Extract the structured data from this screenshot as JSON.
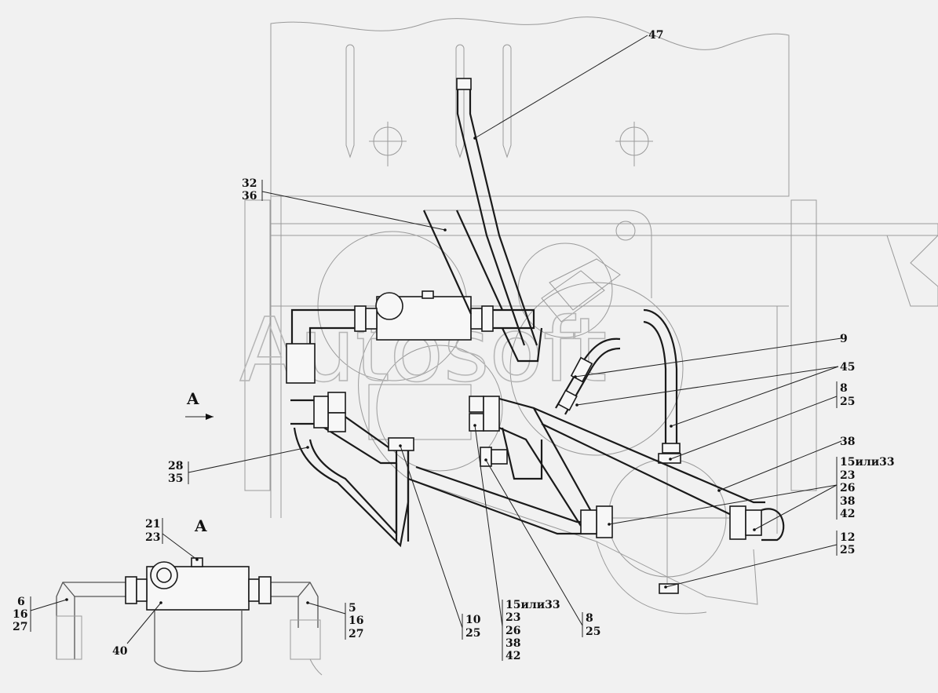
{
  "watermark": "Autosoft",
  "view_marker": "A",
  "callouts": {
    "c47": "47",
    "c32": "32",
    "c36": "36",
    "c9": "9",
    "c45": "45",
    "c8a": "8",
    "c25a": "25",
    "c38": "38",
    "c15r": "15или33",
    "c23r": "23",
    "c26r": "26",
    "c38r": "38",
    "c42r": "42",
    "c12": "12",
    "c25r": "25",
    "c28": "28",
    "c35": "35",
    "c10": "10",
    "c25m": "25",
    "c15m": "15или33",
    "c23m": "23",
    "c26m": "26",
    "c38m": "38",
    "c42m": "42",
    "c8b": "8",
    "c25b": "25"
  },
  "inset": {
    "title": "A",
    "c21": "21",
    "c23": "23",
    "c6": "6",
    "c16l": "16",
    "c27l": "27",
    "c5": "5",
    "c16r": "16",
    "c27r": "27",
    "c40": "40"
  }
}
